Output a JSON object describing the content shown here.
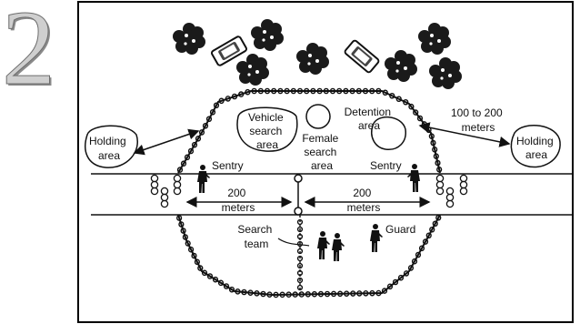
{
  "step_number": "2",
  "labels": {
    "holding_area_left": [
      "Holding",
      "area"
    ],
    "holding_area_right": [
      "Holding",
      "area"
    ],
    "vehicle_search_area": [
      "Vehicle",
      "search",
      "area"
    ],
    "female_search_area": [
      "Female",
      "search",
      "area"
    ],
    "detention_area": [
      "Detention",
      "area"
    ],
    "distance_holding": [
      "100 to 200",
      "meters"
    ],
    "sentry_left": "Sentry",
    "sentry_right": "Sentry",
    "distance_left": [
      "200",
      "meters"
    ],
    "distance_right": [
      "200",
      "meters"
    ],
    "search_team": [
      "Search",
      "team"
    ],
    "guard": "Guard"
  },
  "colors": {
    "line": "#111111",
    "tree": "#1a1a1a",
    "frame": "#000000"
  }
}
